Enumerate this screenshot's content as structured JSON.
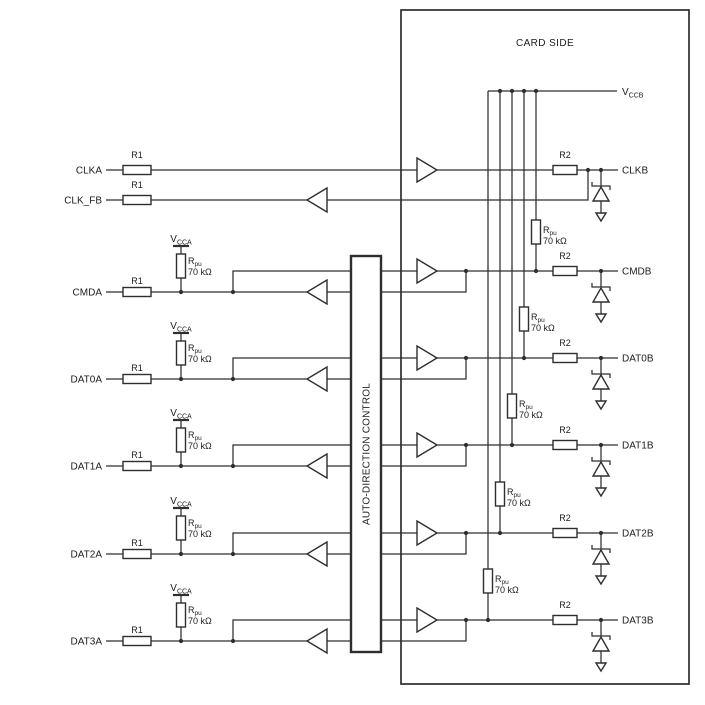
{
  "schematic": {
    "card_side_label": "CARD SIDE",
    "control_block_label": "AUTO-DIRECTION CONTROL",
    "supplies": {
      "vcca": {
        "letter": "V",
        "sub": "CCA"
      },
      "vccb": {
        "letter": "V",
        "sub": "CCB"
      }
    },
    "resistors": {
      "series_a": "R1",
      "series_b": "R2",
      "pullup": {
        "letter": "R",
        "sub": "pu",
        "value": "70 kΩ"
      }
    },
    "a_ports": [
      "CLKA",
      "CLK_FB",
      "CMDA",
      "DAT0A",
      "DAT1A",
      "DAT2A",
      "DAT3A"
    ],
    "b_ports": [
      "CLKB",
      "CMDB",
      "DAT0B",
      "DAT1B",
      "DAT2B",
      "DAT3B"
    ],
    "colors": {
      "line": "#2e2e2e",
      "text": "#1c1c1c",
      "background": "#ffffff"
    }
  }
}
